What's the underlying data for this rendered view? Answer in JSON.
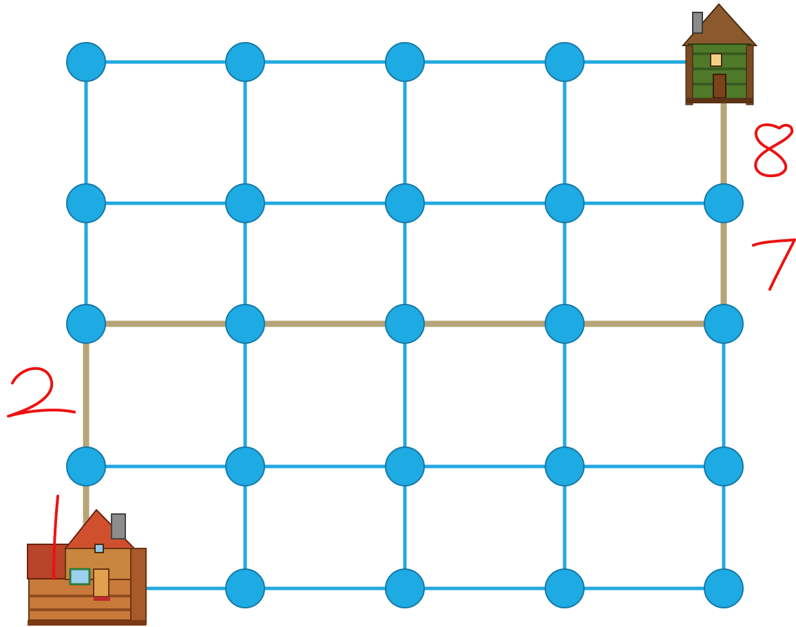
{
  "colors": {
    "node_fill": "#1EAAE3",
    "node_stroke": "#1578A8",
    "grid_line": "#22A9DF",
    "path_line": "#B5A578",
    "annotation": "#EE1111"
  },
  "grid": {
    "cols": 5,
    "rows": 5,
    "hidden_nodes": [
      [
        0,
        4
      ],
      [
        4,
        0
      ]
    ],
    "path": [
      [
        0,
        4
      ],
      [
        0,
        3
      ],
      [
        0,
        2
      ],
      [
        1,
        2
      ],
      [
        2,
        2
      ],
      [
        3,
        2
      ],
      [
        4,
        2
      ],
      [
        4,
        1
      ],
      [
        4,
        0
      ]
    ]
  },
  "houses": {
    "start": {
      "icon": "orange-farmhouse-icon",
      "node": [
        0,
        4
      ]
    },
    "end": {
      "icon": "green-cabin-icon",
      "node": [
        4,
        0
      ]
    }
  },
  "annotations": [
    "1",
    "2",
    "7",
    "8"
  ]
}
